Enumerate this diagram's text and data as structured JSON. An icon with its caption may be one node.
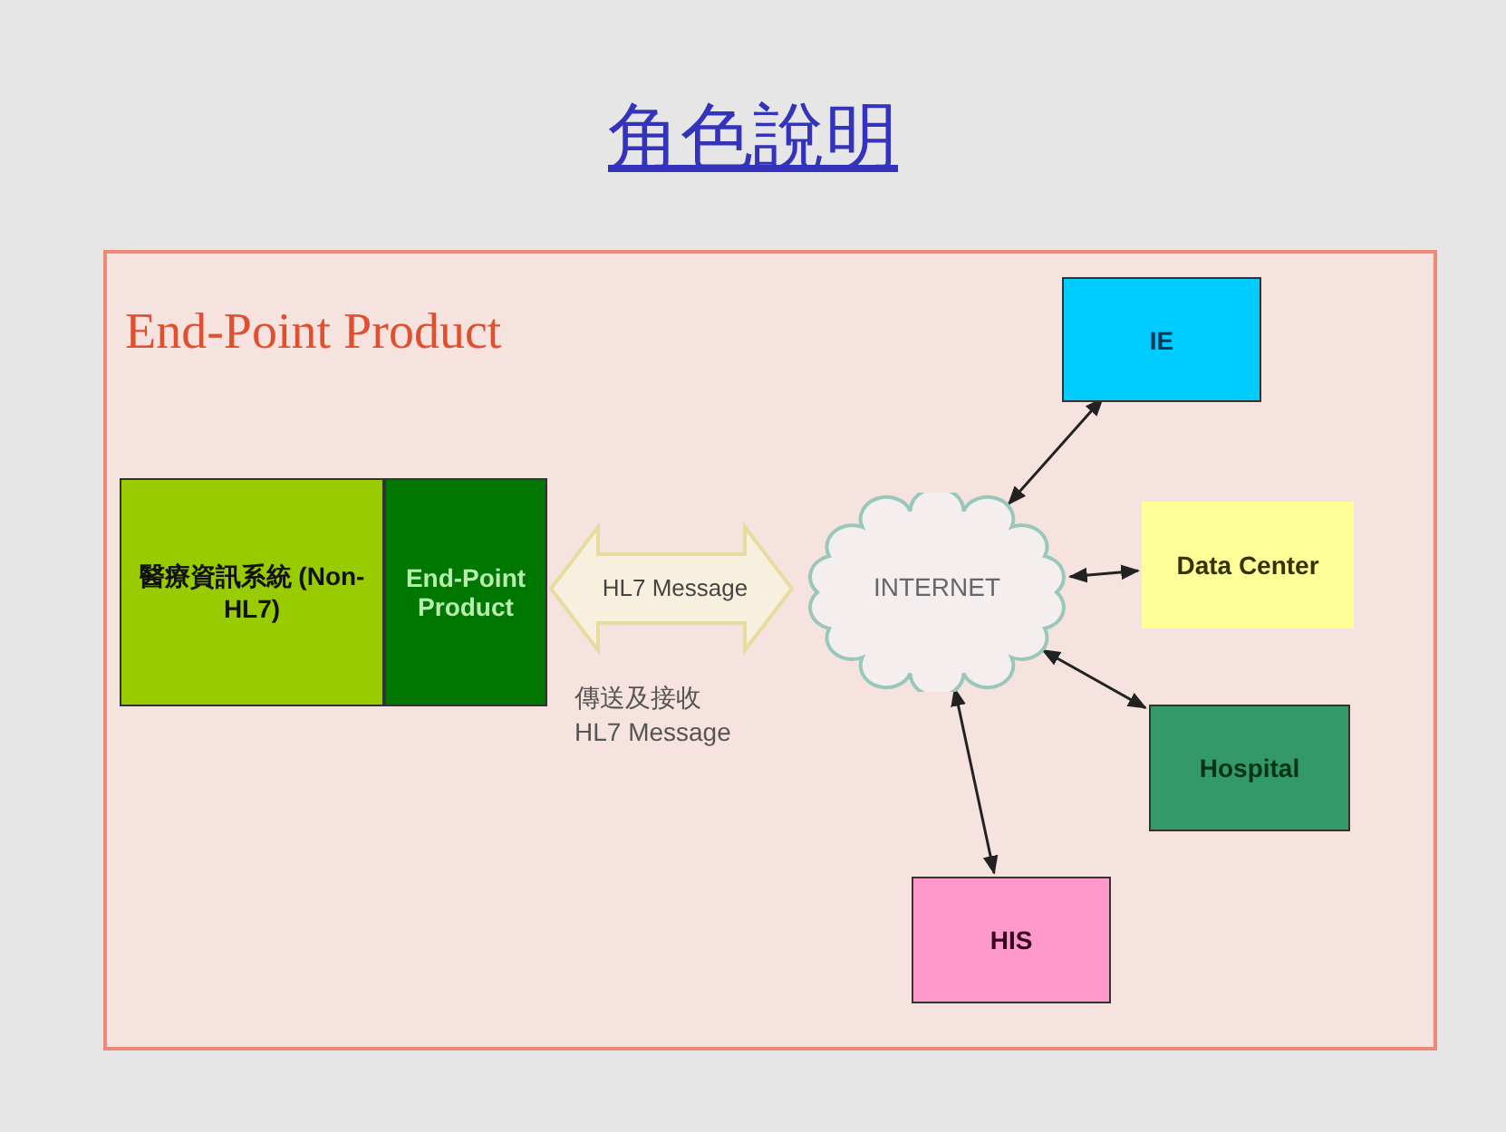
{
  "diagram": {
    "title": "角色說明",
    "nodes": [
      {
        "text": [
          "End-Point Product"
        ]
      },
      {
        "text": [
          "醫療資訊系統 (Non-HL7)"
        ],
        "in": 0
      },
      {
        "text": [
          "End-Point Product"
        ],
        "in": 0
      },
      {
        "text": [
          "INTERNET"
        ],
        "in": 0
      },
      {
        "text": [
          "IE"
        ],
        "in": 0
      },
      {
        "text": [
          "Data Center"
        ],
        "in": 0
      },
      {
        "text": [
          "Hospital"
        ],
        "in": 0
      },
      {
        "text": [
          "HIS"
        ],
        "in": 0
      }
    ],
    "edges": [
      {
        "from": 2,
        "to": 3,
        "arrow": "both",
        "label": "HL7 Message",
        "style": "thick"
      },
      {
        "from": 3,
        "to": 4,
        "arrow": "both"
      },
      {
        "from": 3,
        "to": 5,
        "arrow": "both"
      },
      {
        "from": 3,
        "to": 6,
        "arrow": "both"
      },
      {
        "from": 3,
        "to": 7,
        "arrow": "both"
      }
    ],
    "labels": [
      "傳送及接收 HL7 Message"
    ]
  }
}
